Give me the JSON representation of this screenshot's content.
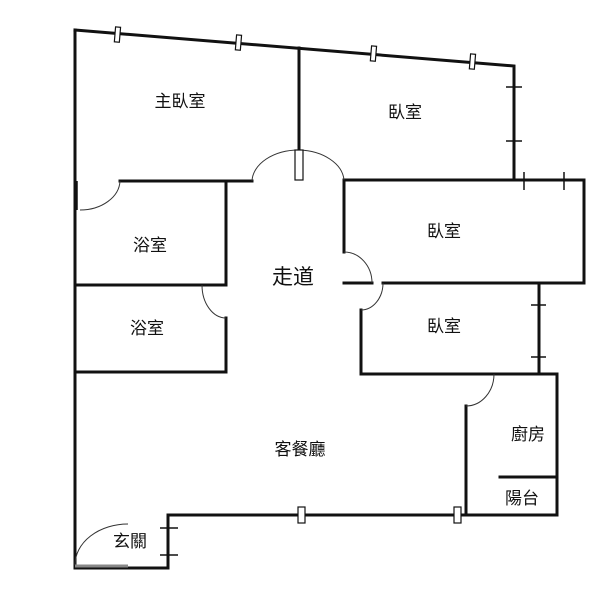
{
  "rooms": {
    "master_bedroom": "主臥室",
    "bedroom_top": "臥室",
    "bedroom_middle": "臥室",
    "bedroom_lower": "臥室",
    "bathroom_1": "浴室",
    "bathroom_2": "浴室",
    "hallway": "走道",
    "living_dining": "客餐廳",
    "kitchen": "廚房",
    "balcony": "陽台",
    "entrance": "玄關"
  }
}
